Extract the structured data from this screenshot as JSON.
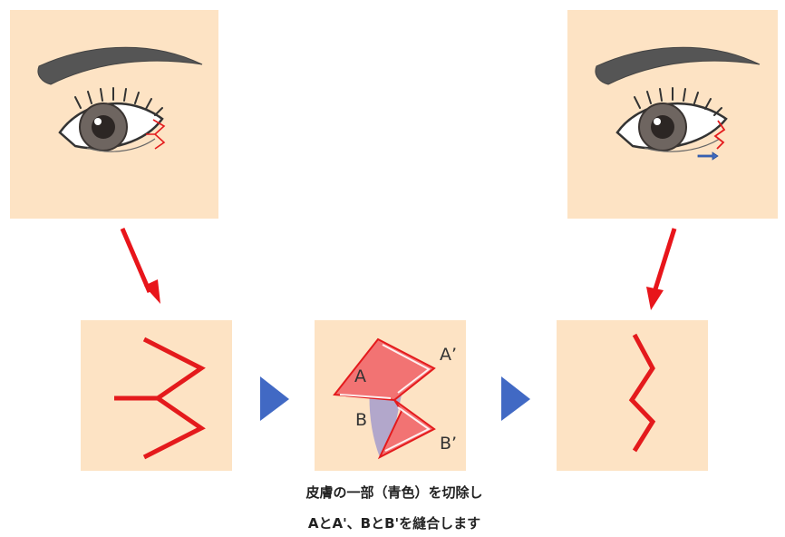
{
  "labels": {
    "a": "A",
    "a_prime": "A’",
    "b": "B",
    "b_prime": "B’"
  },
  "caption": {
    "line1": "皮膚の一部（青色）を切除し",
    "line2": "AとA'、BとB'を縫合します"
  },
  "colors": {
    "skin": "#fde3c4",
    "incision": "#e41a1c",
    "flap": "#f27373",
    "excised_area": "#a59ccc",
    "arrow": "#e8151b",
    "step_triangle": "#4169c4",
    "eyebrow": "#555555",
    "iris": "#6e6560"
  },
  "icons": [
    "step-arrow-icon",
    "down-arrow-icon",
    "shift-arrow-icon"
  ]
}
